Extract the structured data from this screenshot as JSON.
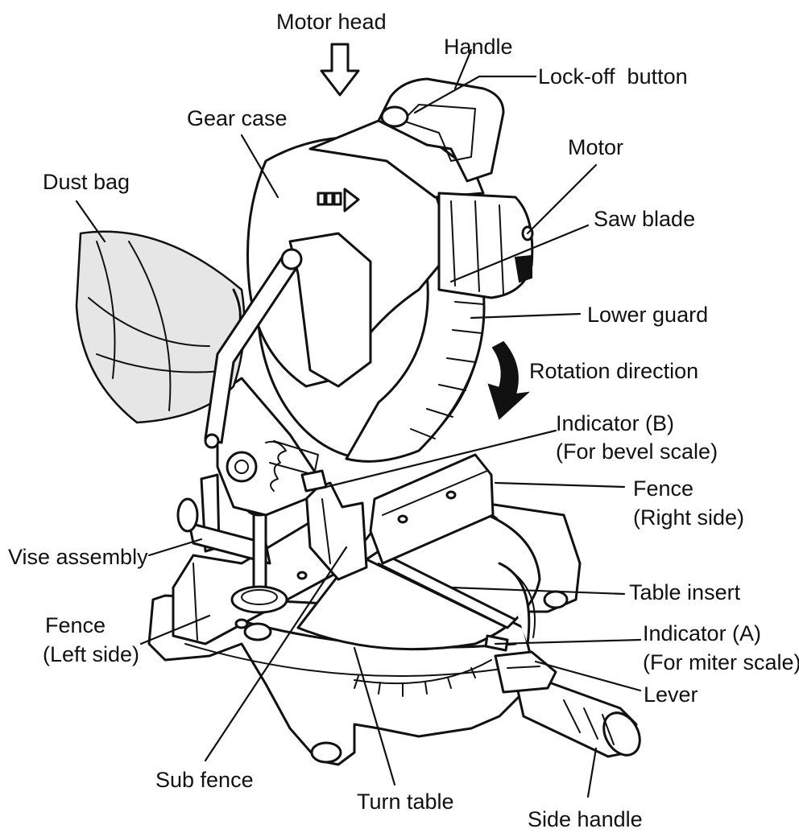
{
  "labels": {
    "motor_head": "Motor head",
    "handle": "Handle",
    "lock_off_button": "Lock-off  button",
    "gear_case": "Gear case",
    "motor": "Motor",
    "dust_bag": "Dust bag",
    "saw_blade": "Saw blade",
    "lower_guard": "Lower guard",
    "rotation_direction": "Rotation direction",
    "indicator_b_line1": "Indicator (B)",
    "indicator_b_line2": "(For bevel scale)",
    "fence_right_line1": "Fence",
    "fence_right_line2": "(Right side)",
    "vise_assembly": "Vise assembly",
    "table_insert": "Table insert",
    "fence_left_line1": "Fence",
    "fence_left_line2": "(Left side)",
    "indicator_a_line1": "Indicator (A)",
    "indicator_a_line2": "(For miter scale)",
    "lever": "Lever",
    "sub_fence": "Sub fence",
    "turn_table": "Turn table",
    "side_handle": "Side handle"
  },
  "colors": {
    "ink": "#111111",
    "background": "#ffffff"
  }
}
